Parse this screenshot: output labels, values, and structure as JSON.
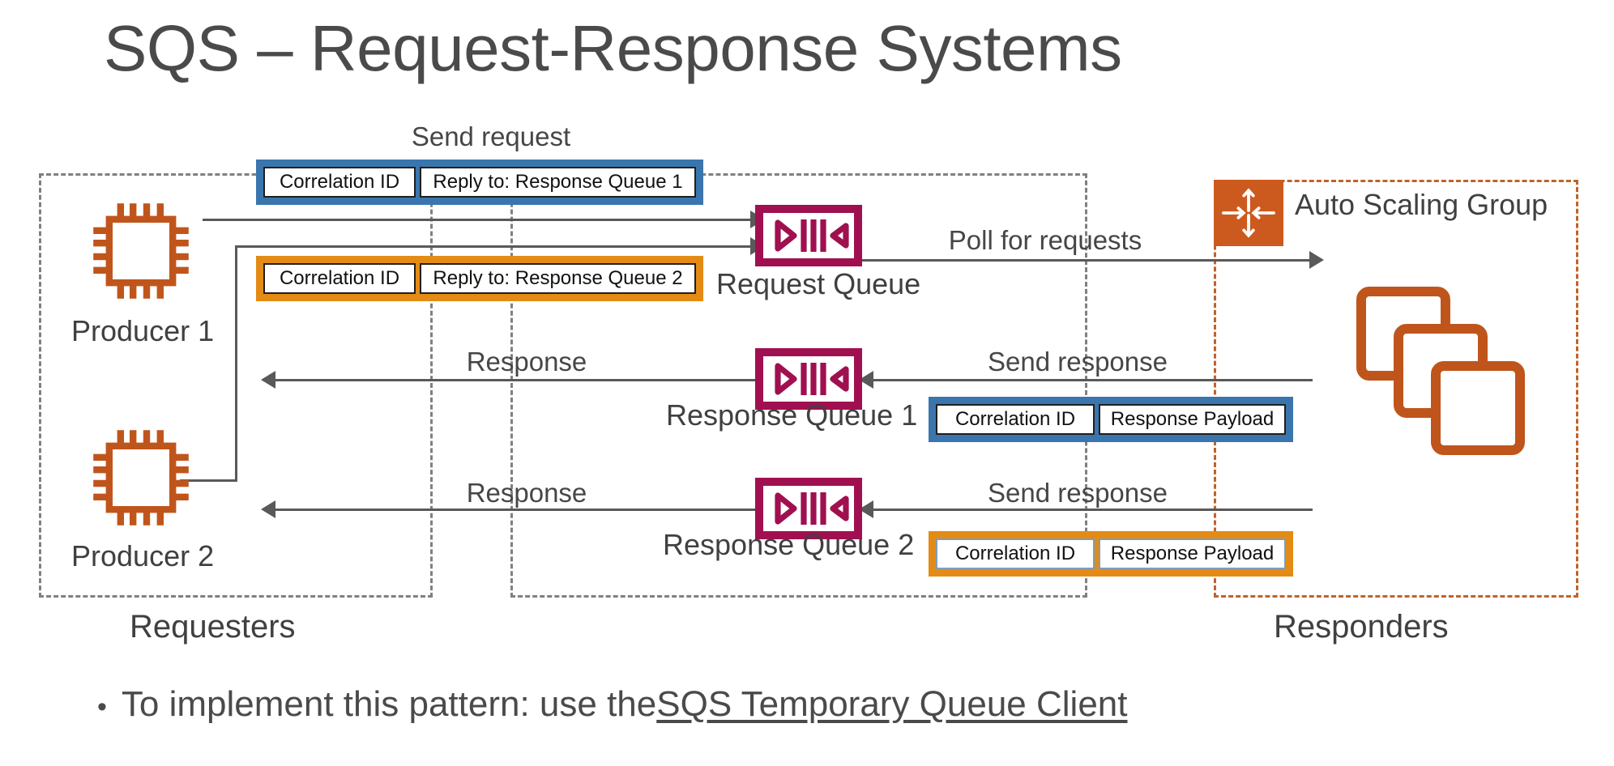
{
  "slide": {
    "title": "SQS – Request-Response Systems",
    "bullet": {
      "marker": "•",
      "text_before": "To implement this pattern: use the ",
      "link_text": "SQS Temporary Queue Client"
    }
  },
  "colors": {
    "queue_magenta": "#a01050",
    "aws_orange": "#c0551c",
    "asg_orange": "#cc5a1e",
    "msg_blue": "#3a76ad",
    "msg_orange": "#e38b15",
    "dash_gray": "#808080",
    "dash_orange": "#c0622a",
    "line_gray": "#595959",
    "text_gray": "#404040"
  },
  "groups": [
    {
      "name": "requesters",
      "label": "Requesters"
    },
    {
      "name": "queues",
      "label": ""
    },
    {
      "name": "responders",
      "label": "Responders"
    }
  ],
  "producers": [
    {
      "label": "Producer 1",
      "icon": "chip-icon"
    },
    {
      "label": "Producer 2",
      "icon": "chip-icon"
    }
  ],
  "queues": [
    {
      "label": "Request Queue",
      "icon": "sqs-queue-icon"
    },
    {
      "label": "Response Queue 1",
      "icon": "sqs-queue-icon"
    },
    {
      "label": "Response Queue 2",
      "icon": "sqs-queue-icon"
    }
  ],
  "asg": {
    "label": "Auto Scaling Group",
    "icon": "auto-scaling-group-icon"
  },
  "responders": {
    "icon": "instances-stack-icon"
  },
  "edge_labels": {
    "send_request": "Send request",
    "poll_for_requests": "Poll for requests",
    "response_1": "Response",
    "response_2": "Response",
    "send_response_1": "Send response",
    "send_response_2": "Send response"
  },
  "messages": [
    {
      "name": "request-message-1",
      "accent": "#3a76ad",
      "cells": [
        {
          "text": "Correlation ID"
        },
        {
          "text": "Reply to: Response Queue 1"
        }
      ]
    },
    {
      "name": "request-message-2",
      "accent": "#e38b15",
      "cells": [
        {
          "text": "Correlation ID"
        },
        {
          "text": "Reply to: Response Queue 2"
        }
      ]
    },
    {
      "name": "response-message-1",
      "accent": "#3a76ad",
      "cells": [
        {
          "text": "Correlation ID"
        },
        {
          "text": "Response Payload"
        }
      ]
    },
    {
      "name": "response-message-2",
      "accent": "#e38b15",
      "cells": [
        {
          "text": "Correlation ID"
        },
        {
          "text": "Response Payload"
        }
      ]
    }
  ]
}
